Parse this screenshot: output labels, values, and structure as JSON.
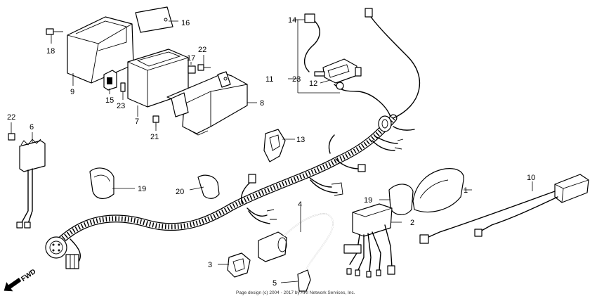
{
  "callouts": {
    "c1": "1",
    "c2": "2",
    "c3": "3",
    "c4": "4",
    "c5": "5",
    "c6": "6",
    "c7": "7",
    "c8": "8",
    "c9": "9",
    "c10": "10",
    "c11": "11",
    "c12": "12",
    "c13": "13",
    "c14": "14",
    "c15": "15",
    "c16": "16",
    "c17": "17",
    "c18": "18",
    "c19a": "19",
    "c19b": "19",
    "c20": "20",
    "c21": "21",
    "c22a": "22",
    "c22b": "22",
    "c23a": "23",
    "c23b": "23"
  },
  "fwd_label": "FWD",
  "footer": "Page design (c) 2004 - 2017 by ARI Network Services, Inc."
}
